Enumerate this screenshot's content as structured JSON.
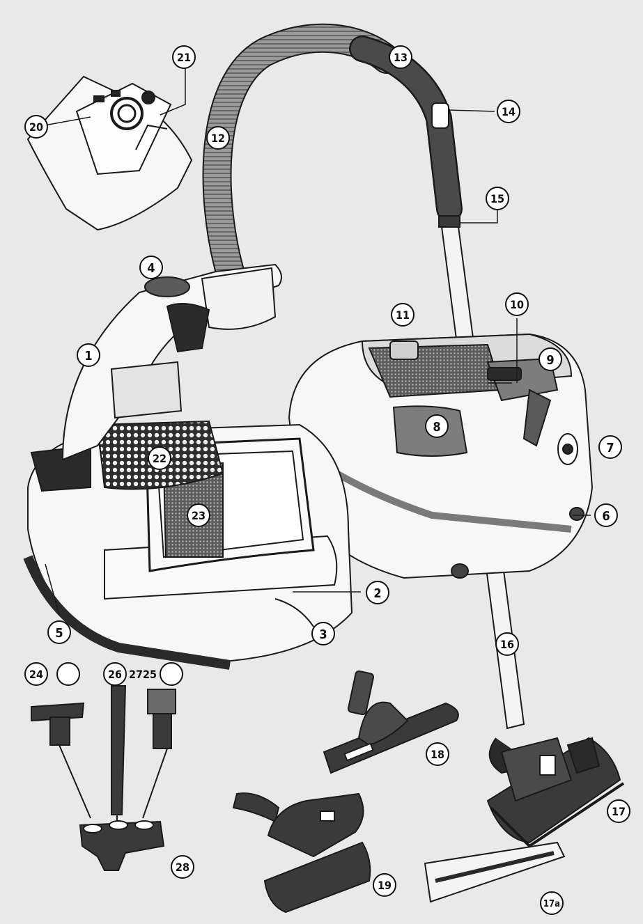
{
  "callouts": [
    {
      "id": "c1",
      "label": "1"
    },
    {
      "id": "c2",
      "label": "2"
    },
    {
      "id": "c3",
      "label": "3"
    },
    {
      "id": "c4",
      "label": "4"
    },
    {
      "id": "c5",
      "label": "5"
    },
    {
      "id": "c6",
      "label": "6"
    },
    {
      "id": "c7",
      "label": "7"
    },
    {
      "id": "c8",
      "label": "8"
    },
    {
      "id": "c9",
      "label": "9"
    },
    {
      "id": "c10",
      "label": "10"
    },
    {
      "id": "c11",
      "label": "11"
    },
    {
      "id": "c12",
      "label": "12"
    },
    {
      "id": "c13",
      "label": "13"
    },
    {
      "id": "c14",
      "label": "14"
    },
    {
      "id": "c15",
      "label": "15"
    },
    {
      "id": "c16",
      "label": "16"
    },
    {
      "id": "c17",
      "label": "17"
    },
    {
      "id": "c17a",
      "label": "17a"
    },
    {
      "id": "c18",
      "label": "18"
    },
    {
      "id": "c19",
      "label": "19"
    },
    {
      "id": "c20",
      "label": "20"
    },
    {
      "id": "c21",
      "label": "21"
    },
    {
      "id": "c22",
      "label": "22"
    },
    {
      "id": "c23",
      "label": "23"
    },
    {
      "id": "c24",
      "label": "24"
    },
    {
      "id": "c25",
      "label": "2725"
    },
    {
      "id": "c26",
      "label": "26"
    },
    {
      "id": "c28",
      "label": "28"
    }
  ],
  "colors": {
    "background": "#e9e9e9",
    "outline": "#1a1a1a",
    "dark": "#3a3a3a",
    "mid": "#8a8a8a",
    "light": "#f7f7f7"
  }
}
